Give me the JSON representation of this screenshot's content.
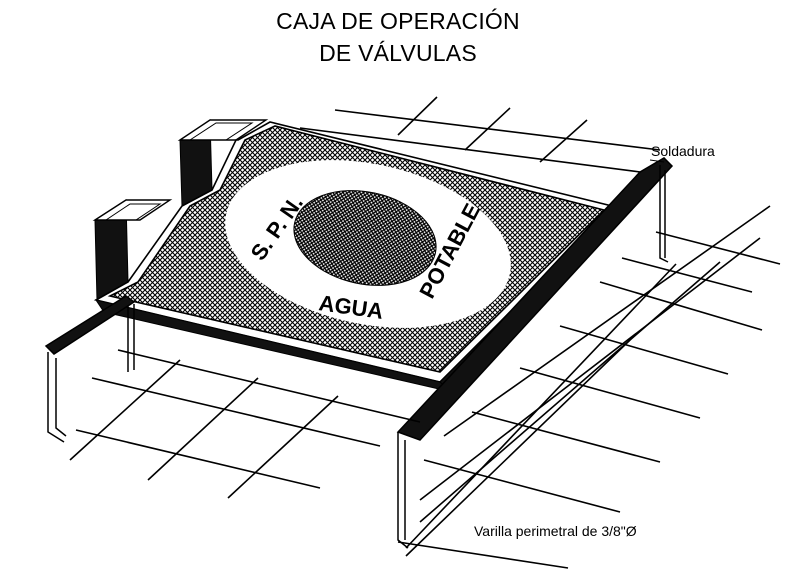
{
  "title": {
    "line1": "CAJA DE OPERACIÓN",
    "line2": "DE VÁLVULAS"
  },
  "cover": {
    "marking_top": "S. P. N.",
    "marking_side": "POTABLE",
    "marking_bottom": "AGUA"
  },
  "callouts": {
    "weld": "Soldadura",
    "perimeter_rod": "Varilla perimetral de 3/8\"Ø"
  },
  "colors": {
    "ink": "#000000",
    "paper": "#ffffff"
  }
}
